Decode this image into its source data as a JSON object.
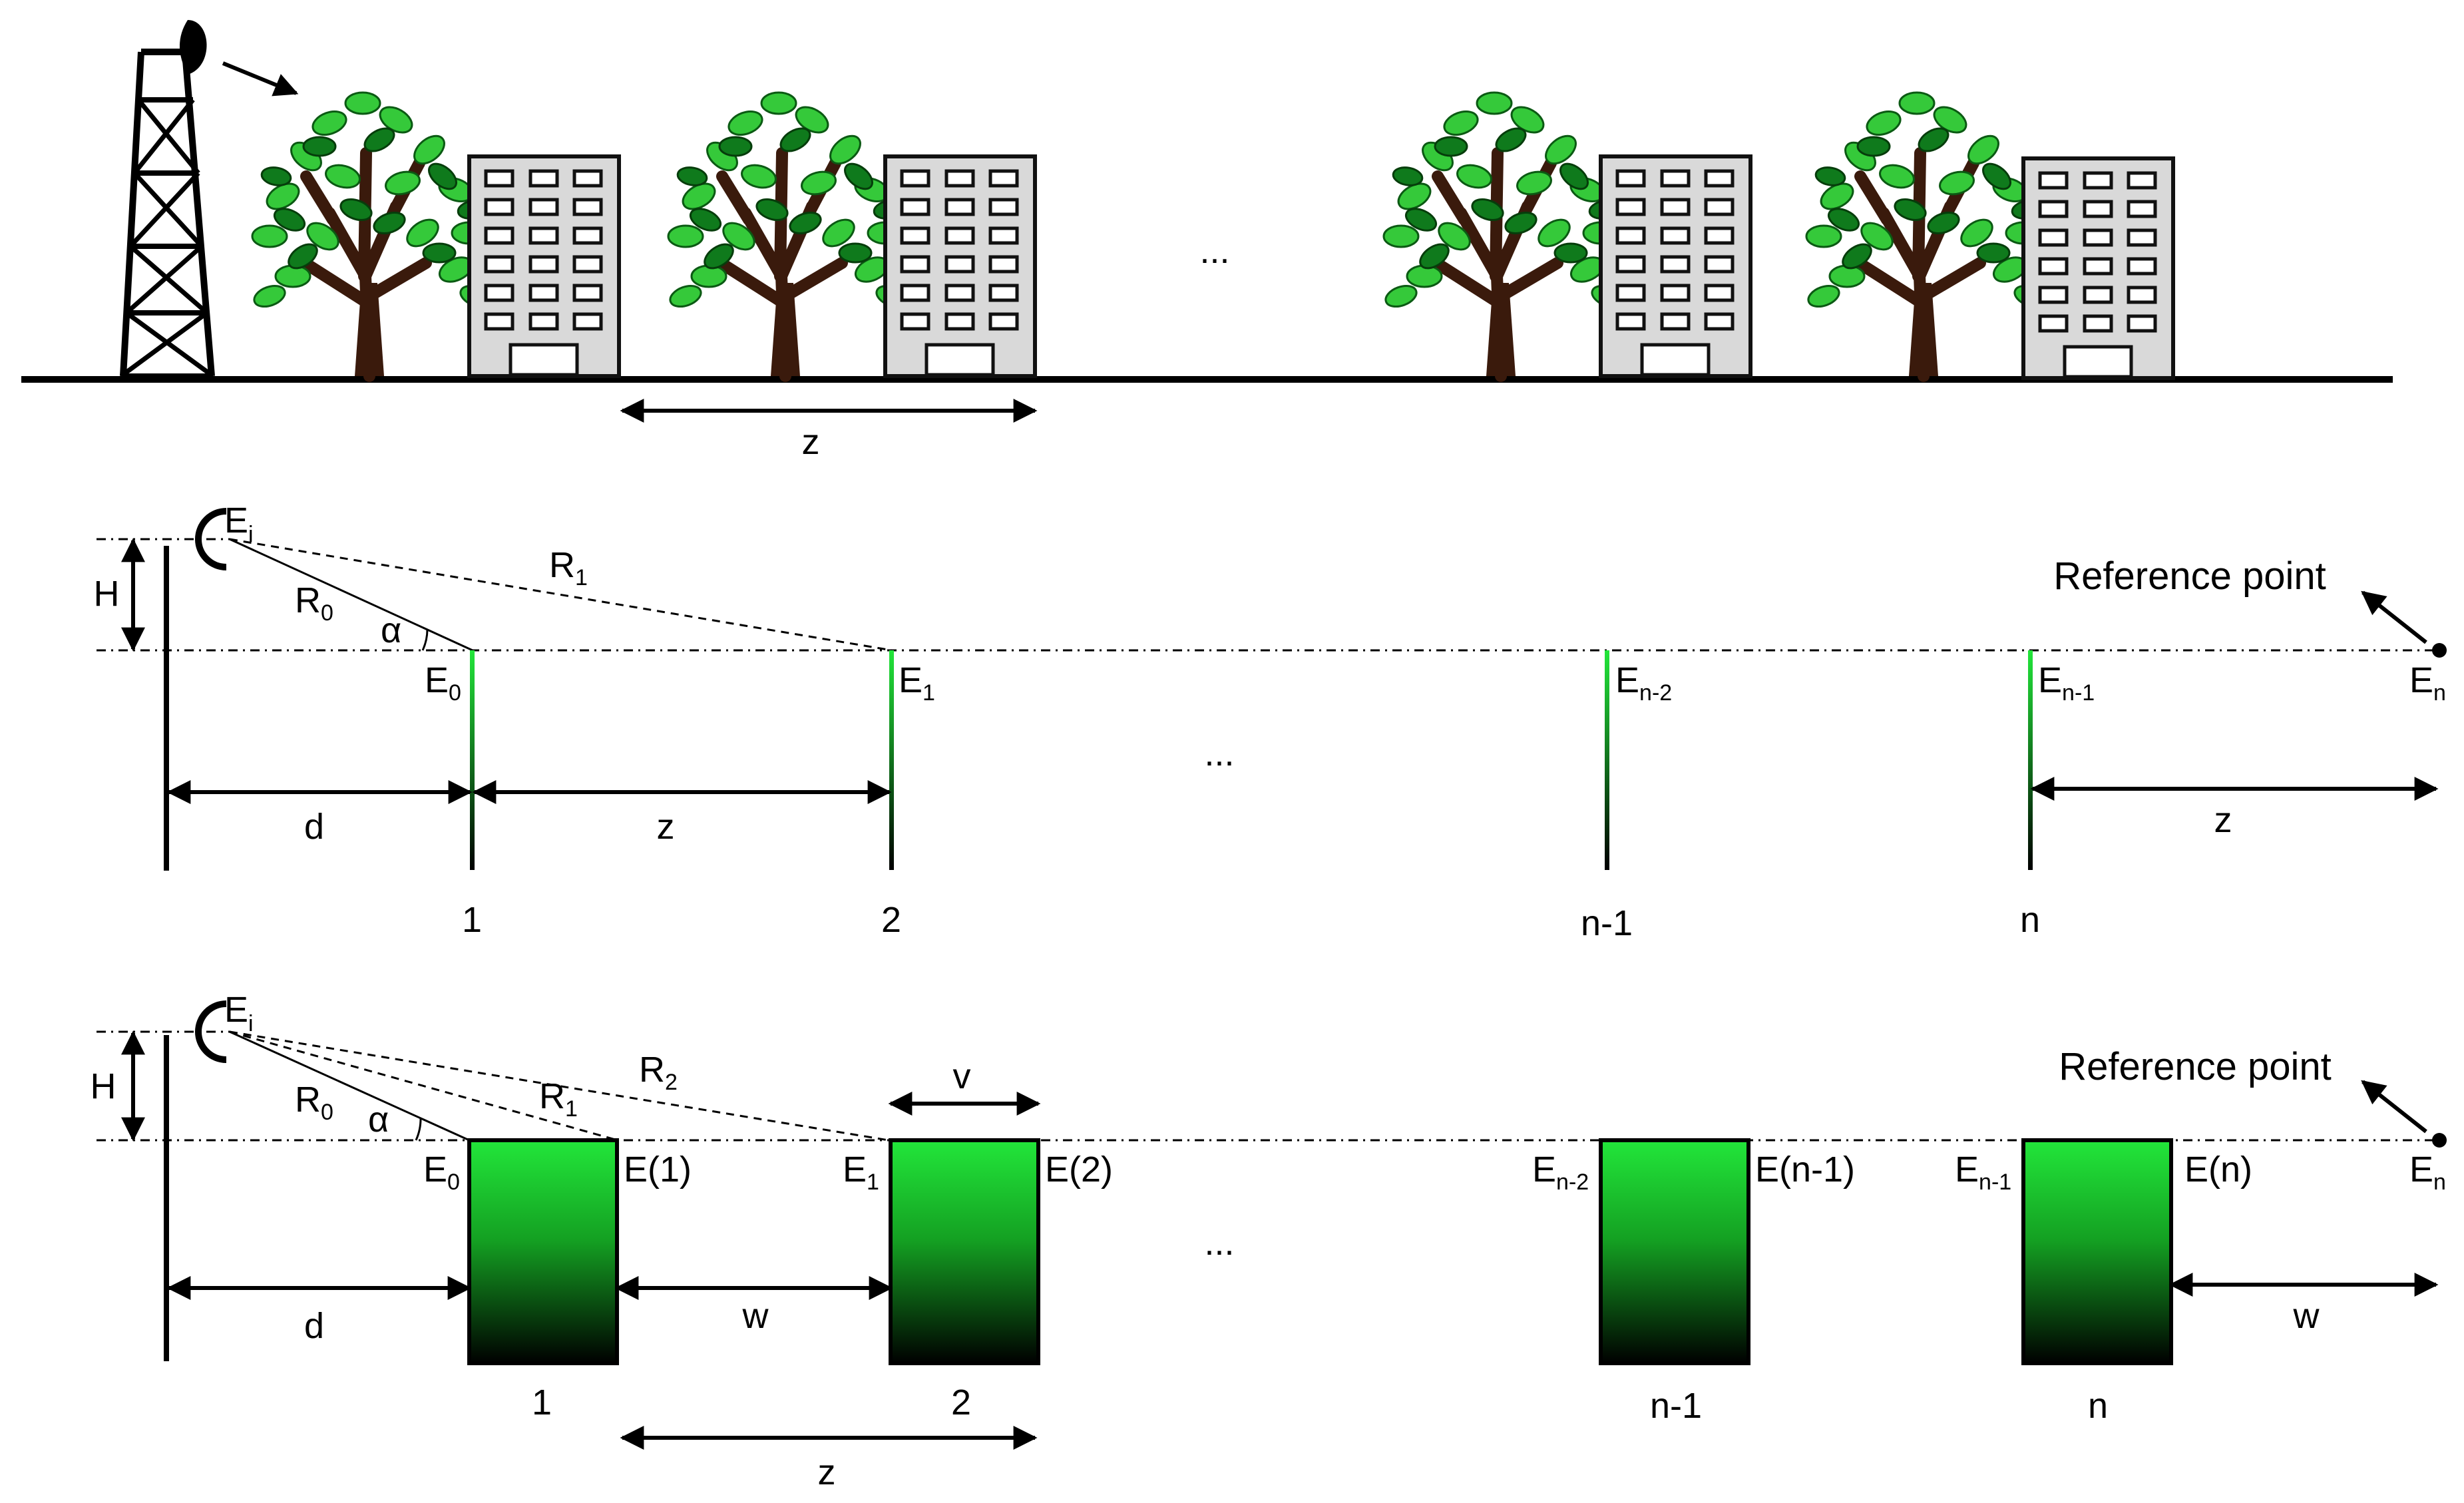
{
  "scene": {
    "spacing_label": "z",
    "ellipsis": "..."
  },
  "thin_screen": {
    "source_field": "E",
    "source_sub": "i",
    "height_label": "H",
    "r0_base": "R",
    "r0_sub": "0",
    "r1_base": "R",
    "r1_sub": "1",
    "angle_label": "α",
    "distance_label": "d",
    "spacing_label": "z",
    "tail_label": "z",
    "ellipsis": "...",
    "reference_label": "Reference point",
    "screens": [
      {
        "field_base": "E",
        "field_sub": "0",
        "number": "1"
      },
      {
        "field_base": "E",
        "field_sub": "1",
        "number": "2"
      },
      {
        "field_base": "E",
        "field_sub": "n-2",
        "number": "n-1"
      },
      {
        "field_base": "E",
        "field_sub": "n-1",
        "number": "n"
      }
    ],
    "end_field_base": "E",
    "end_field_sub": "n"
  },
  "thick_screen": {
    "source_field": "E",
    "source_sub": "i",
    "height_label": "H",
    "r0_base": "R",
    "r0_sub": "0",
    "r1_base": "R",
    "r1_sub": "1",
    "r2_base": "R",
    "r2_sub": "2",
    "angle_label": "α",
    "distance_label": "d",
    "gap_label": "w",
    "width_label": "v",
    "spacing_label": "z",
    "tail_label": "w",
    "ellipsis": "...",
    "reference_label": "Reference point",
    "blocks": [
      {
        "left_base": "E",
        "left_sub": "0",
        "right_label": "E(1)",
        "number": "1"
      },
      {
        "left_base": "E",
        "left_sub": "1",
        "right_label": "E(2)",
        "number": "2"
      },
      {
        "left_base": "E",
        "left_sub": "n-2",
        "right_label": "E(n-1)",
        "number": "n-1"
      },
      {
        "left_base": "E",
        "left_sub": "n-1",
        "right_label": "E(n)",
        "number": "n"
      }
    ],
    "end_field_base": "E",
    "end_field_sub": "n"
  },
  "colors": {
    "foliage_light": "#35c93a",
    "foliage_dark": "#0f7a1c",
    "trunk": "#3a1a0c",
    "building": "#d9d9d9",
    "screen_top": "#22e63a",
    "screen_bottom": "#000000"
  }
}
